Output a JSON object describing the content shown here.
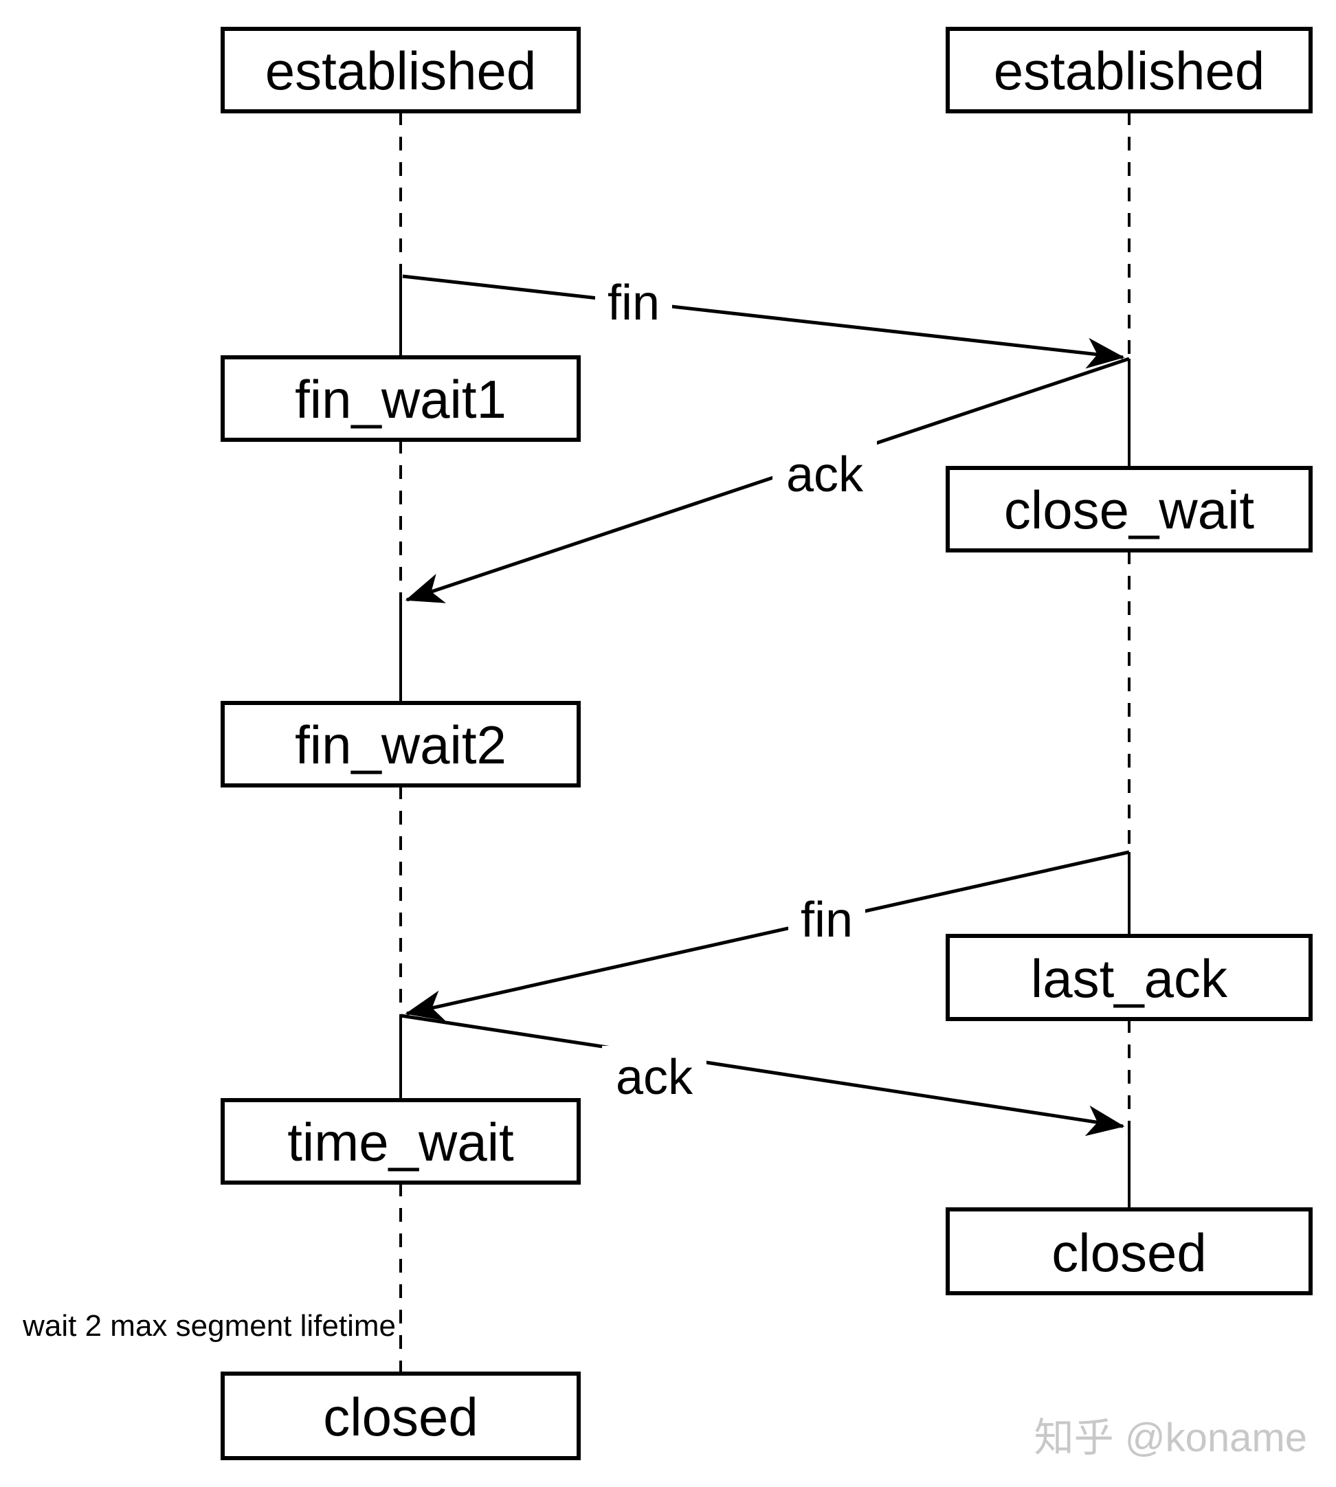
{
  "columns": {
    "left": {
      "states": [
        {
          "label": "established"
        },
        {
          "label": "fin_wait1"
        },
        {
          "label": "fin_wait2"
        },
        {
          "label": "time_wait"
        },
        {
          "label": "closed"
        }
      ]
    },
    "right": {
      "states": [
        {
          "label": "established"
        },
        {
          "label": "close_wait"
        },
        {
          "label": "last_ack"
        },
        {
          "label": "closed"
        }
      ]
    }
  },
  "messages": [
    {
      "label": "fin"
    },
    {
      "label": "ack"
    },
    {
      "label": "fin"
    },
    {
      "label": "ack"
    }
  ],
  "annotation": {
    "label": "wait 2 max segment lifetime"
  },
  "watermark": {
    "label": "知乎 @koname"
  },
  "colors": {
    "line": "#000000",
    "box_fill": "#ffffff",
    "watermark": "#c8c8c8",
    "background": "#ffffff"
  }
}
